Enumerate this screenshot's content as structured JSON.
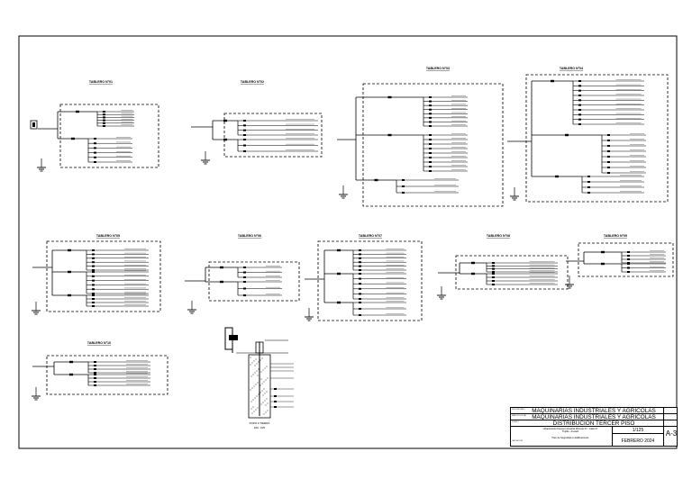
{
  "panels": [
    {
      "id": "01",
      "title": "TABLERO  N°01"
    },
    {
      "id": "02",
      "title": "TABLERO  N°02"
    },
    {
      "id": "03",
      "title": "TABLERO  N°03"
    },
    {
      "id": "04",
      "title": "TABLERO  N°04"
    },
    {
      "id": "05",
      "title": "TABLERO  N°05"
    },
    {
      "id": "06",
      "title": "TABLERO  N°06"
    },
    {
      "id": "07",
      "title": "TABLERO  N°07"
    },
    {
      "id": "08",
      "title": "TABLERO  N°08"
    },
    {
      "id": "09",
      "title": "TABLERO  N°09"
    },
    {
      "id": "10",
      "title": "TABLERO  N°10"
    }
  ],
  "detail": {
    "caption": "POZO A TIERRA",
    "scale": "ESC. 1/25"
  },
  "titleblock": {
    "company_1": "MAQUINARIAS INDUSTRIALES Y AGRICOLAS",
    "company_2": "MAQUINARIAS INDUSTRIALES Y AGRICOLAS",
    "drawing_title": "DISTRIBUCION TERCER PISO",
    "scale": "1/125",
    "address_1": "Urbanización Parque Industrial Mz/Lote 07 - Calle 07",
    "address_2": "Trujillo - Ancash",
    "subtitle": "Plan de Seguridad en Edificaciones",
    "date": "FEBRERO 2024",
    "sheet": "A-3"
  },
  "colors": {
    "line": "#000000",
    "paper": "#ffffff"
  }
}
